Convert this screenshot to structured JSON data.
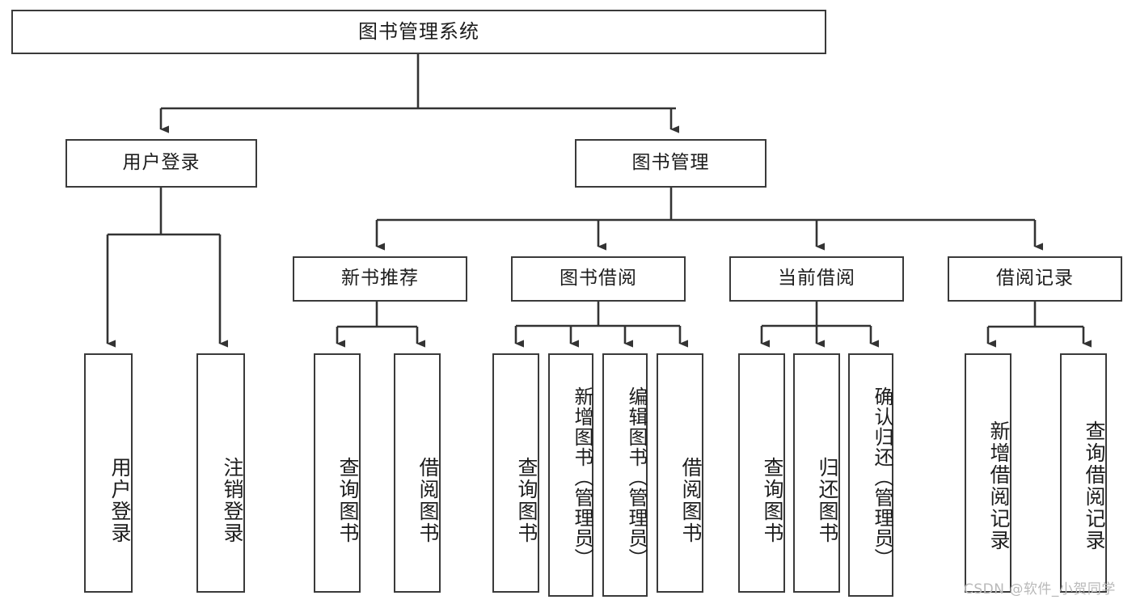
{
  "diagram": {
    "type": "hierarchy-tree",
    "title": "图书管理系统",
    "background_color": "#ffffff",
    "line_color": "#3a3a3a",
    "text_color": "#1d1d1d",
    "levels": 4
  },
  "root": {
    "label": "图书管理系统"
  },
  "level2": [
    {
      "label": "用户登录"
    },
    {
      "label": "图书管理"
    }
  ],
  "level3": [
    {
      "label": "新书推荐"
    },
    {
      "label": "图书借阅"
    },
    {
      "label": "当前借阅"
    },
    {
      "label": "借阅记录"
    }
  ],
  "leaves": {
    "user_login": [
      {
        "label": "用户登录"
      },
      {
        "label": "注销登录"
      }
    ],
    "new_book_recommend": [
      {
        "label": "查询图书"
      },
      {
        "label": "借阅图书"
      }
    ],
    "book_borrow": [
      {
        "label": "查询图书"
      },
      {
        "label": "新增图书（管理员）"
      },
      {
        "label": "编辑图书（管理员）"
      },
      {
        "label": "借阅图书"
      }
    ],
    "current_borrow": [
      {
        "label": "查询图书"
      },
      {
        "label": "归还图书"
      },
      {
        "label": "确认归还（管理员）"
      }
    ],
    "borrow_records": [
      {
        "label": "新增借阅记录"
      },
      {
        "label": "查询借阅记录"
      }
    ]
  },
  "watermark": {
    "text": "CSDN @软件_小贺同学"
  }
}
